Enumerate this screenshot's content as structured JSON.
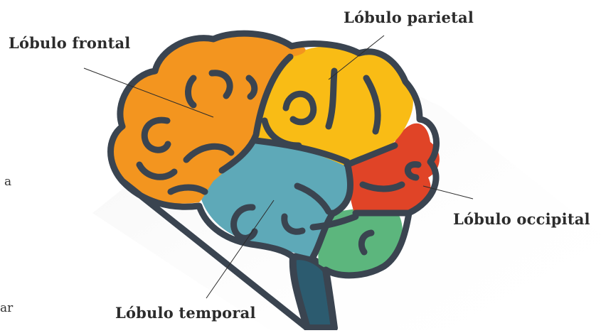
{
  "diagram": {
    "labels": {
      "frontal": "Lóbulo frontal",
      "parietal": "Lóbulo parietal",
      "occipital": "Lóbulo occipital",
      "temporal": "Lóbulo temporal"
    },
    "cropped_fragments": [
      "a",
      "ar"
    ],
    "colors": {
      "frontal": "#f3951f",
      "parietal": "#f9bc15",
      "occipital": "#e04427",
      "temporal": "#5ea9b8",
      "cerebellum": "#5cb67d",
      "brainstem": "#2c5b6f",
      "outline": "#3a4450",
      "shadow": "#e6e6e6"
    }
  }
}
